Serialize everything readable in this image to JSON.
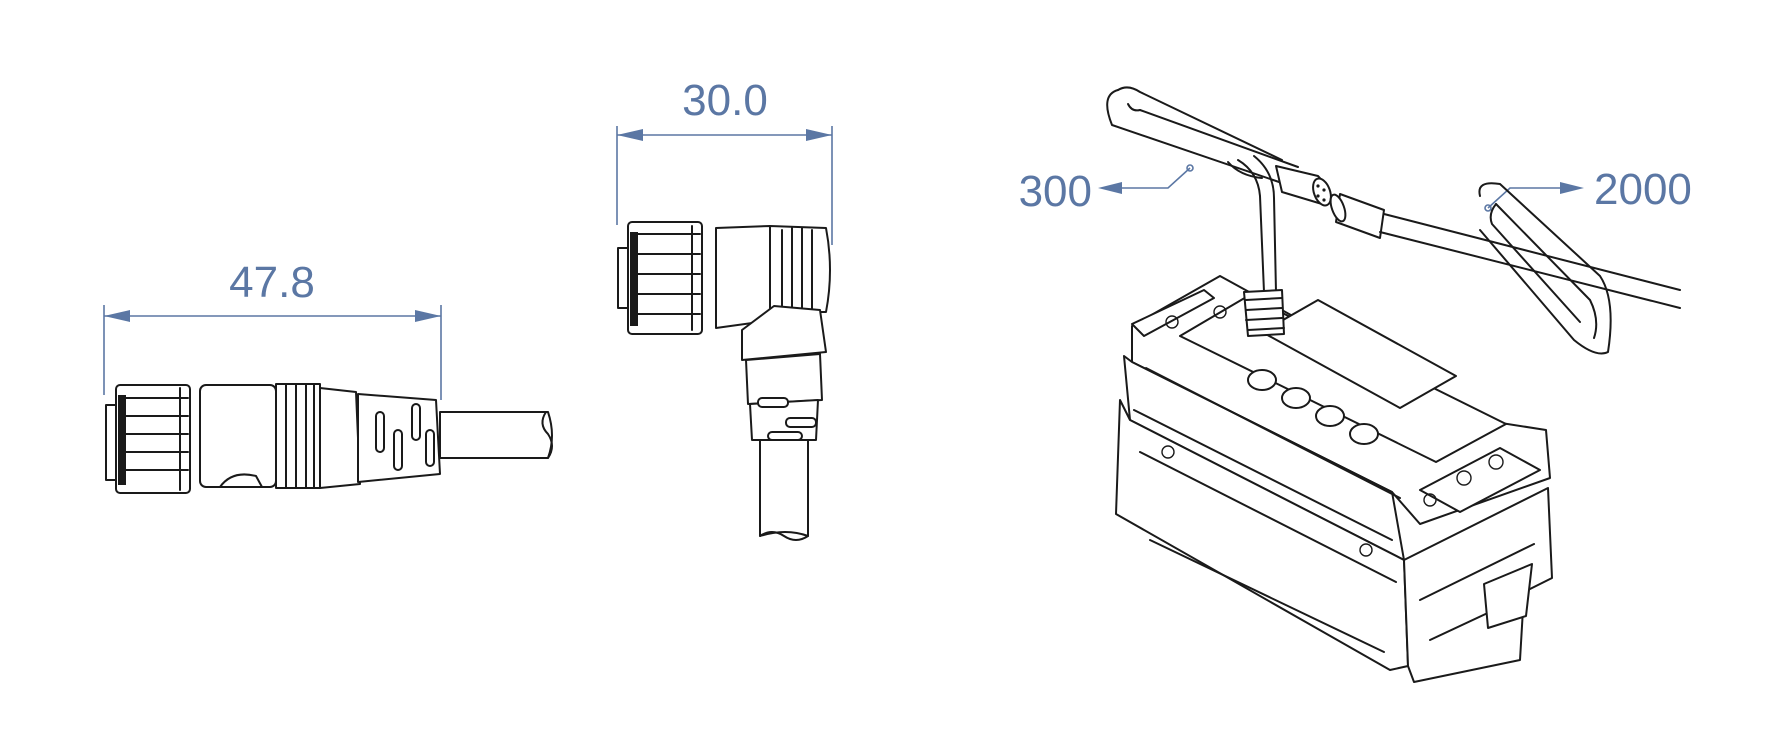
{
  "dimensions": {
    "straight_connector_length": "47.8",
    "angled_connector_width": "30.0",
    "short_cable_length": "300",
    "long_cable_length": "2000"
  },
  "colors": {
    "dimension_color": "#5b77a4",
    "line_color": "#1a1a1a",
    "background": "#ffffff"
  }
}
